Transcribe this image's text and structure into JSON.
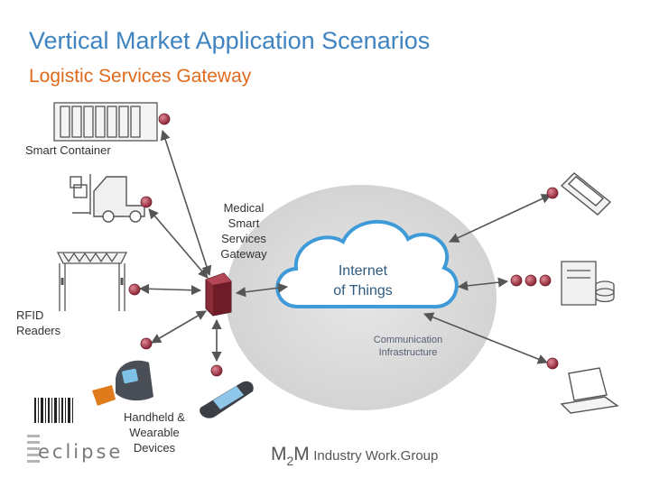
{
  "title": "Vertical Market Application Scenarios",
  "subtitle": "Logistic Services Gateway",
  "labels": {
    "smart_container": "Smart Container",
    "medical_gateway": [
      "Medical",
      "Smart",
      "Services",
      "Gateway"
    ],
    "rfid_readers": [
      "RFID",
      "Readers"
    ],
    "handheld": [
      "Handheld &",
      "Wearable",
      "Devices"
    ],
    "cloud": [
      "Internet",
      "of Things"
    ],
    "communication": [
      "Communication",
      "Infrastructure"
    ]
  },
  "footer": {
    "eclipse_logo": "eclipse",
    "m2m_M1": "M",
    "m2m_sub": "2",
    "m2m_M2": "M",
    "m2m_rest": "Industry Work.Group"
  },
  "icons": {
    "smart_container": "container-icon",
    "forklift": "forklift-icon",
    "rfid_gate": "rfid-gate-icon",
    "gateway_device": "gateway-device-icon",
    "handheld": "handheld-icon",
    "wearable": "wearable-scanner-icon",
    "barcode": "barcode-icon",
    "phone": "mobile-phone-icon",
    "server": "server-icon",
    "laptop": "laptop-icon",
    "node": "sensor-node-icon",
    "cloud": "cloud-icon"
  },
  "colors": {
    "title": "#3f83c0",
    "subtitle": "#e06a1c",
    "node": "#b03a4e",
    "cloud_stroke": "#3f9bd8",
    "cloud_halo": "#d9d9d9",
    "arrow": "#555555"
  }
}
